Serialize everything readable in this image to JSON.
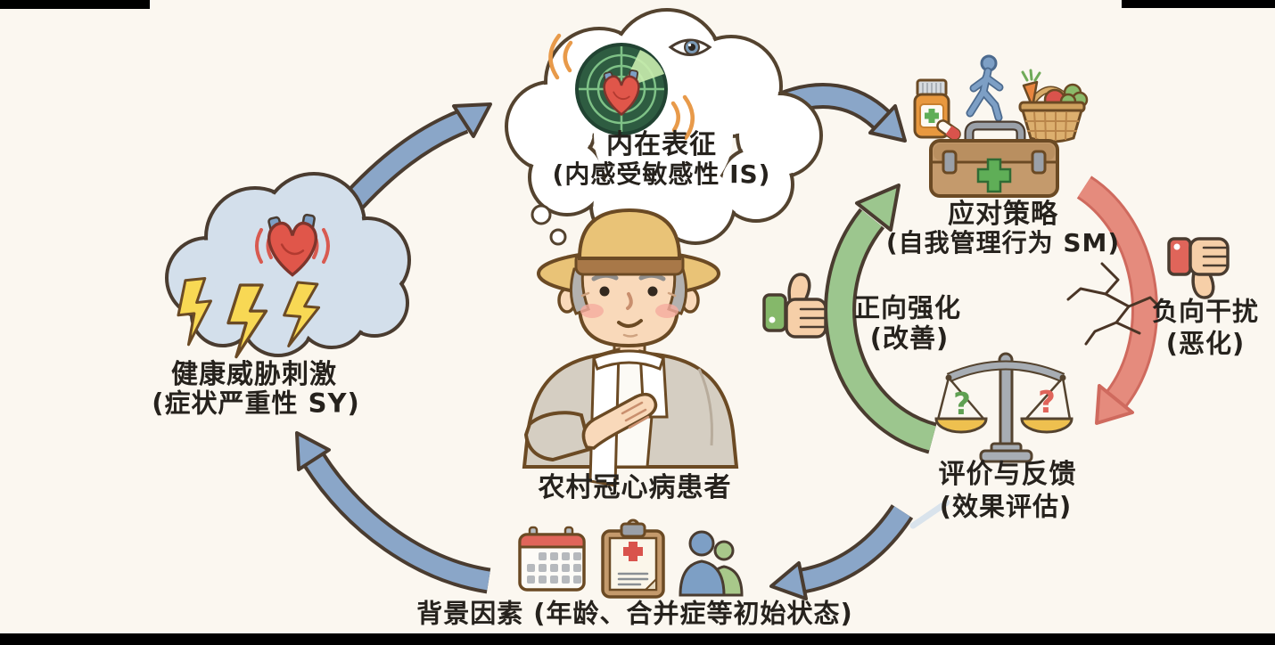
{
  "canvas": {
    "background": "#fbf7f0",
    "letterbox_color": "#000000"
  },
  "nodes": {
    "internal_representation": {
      "title": "内在表征",
      "subtitle": "(内感受敏感性 IS)"
    },
    "health_threat": {
      "title": "健康威胁刺激",
      "subtitle": "(症状严重性 SY)"
    },
    "coping_strategy": {
      "title": "应对策略",
      "subtitle": "(自我管理行为 SM)"
    },
    "evaluation_feedback": {
      "title": "评价与反馈",
      "subtitle": "(效果评估)"
    },
    "patient": {
      "title": "农村冠心病患者"
    },
    "background_factors": {
      "title": "背景因素 (年龄、合并症等初始状态)"
    }
  },
  "feedback_loops": {
    "positive": {
      "title": "正向强化",
      "subtitle": "(改善)",
      "color": "#9cc68e"
    },
    "negative": {
      "title": "负向干扰",
      "subtitle": "(恶化)",
      "color": "#e58b7d"
    }
  },
  "balance_scale": {
    "left_mark": "?",
    "right_mark": "?",
    "left_mark_color": "#5fa052",
    "right_mark_color": "#e0645a"
  },
  "arrow_colors": {
    "cycle_blue": "#8aa6c8",
    "positive_green": "#9cc68e",
    "negative_red": "#e58b7d",
    "outline": "#4a3c30"
  },
  "icons": [
    "thought-cloud",
    "heart-radar-icon",
    "eye-icon",
    "storm-cloud-icon",
    "heart-icon",
    "lightning-icon",
    "medicine-bottle-icon",
    "capsule-icon",
    "walking-person-icon",
    "vegetable-basket-icon",
    "first-aid-kit-icon",
    "thumbs-up-icon",
    "thumbs-down-icon",
    "balance-scale-icon",
    "calendar-icon",
    "medical-clipboard-icon",
    "people-icon",
    "elderly-farmer-illustration"
  ]
}
